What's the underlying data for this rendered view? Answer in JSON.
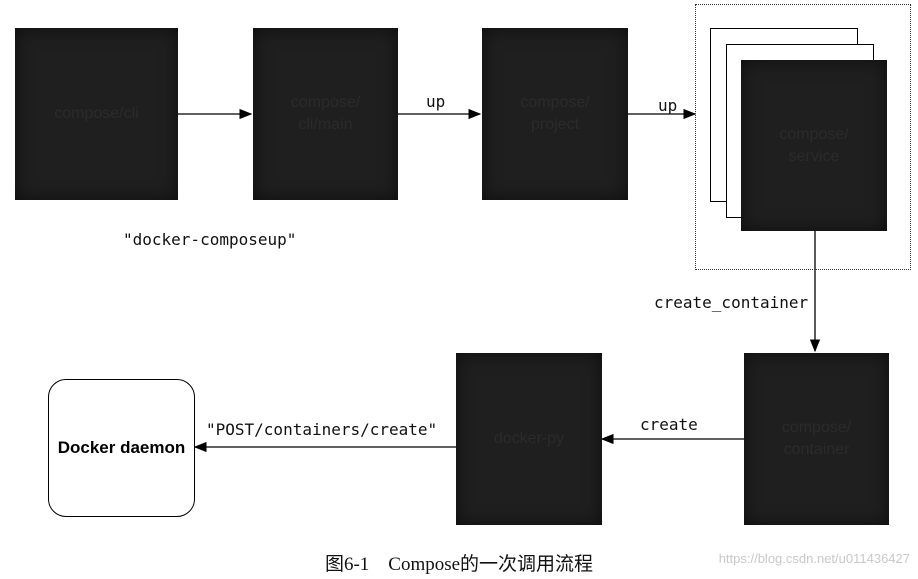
{
  "nodes": {
    "compose_cli": "compose/cli",
    "compose_cli_main": "compose/\ncli/main",
    "compose_project": "compose/\nproject",
    "compose_service": "compose/\nservice",
    "compose_container": "compose/\ncontainer",
    "docker_py": "docker-py",
    "docker_daemon": "Docker daemon"
  },
  "edges": {
    "command_label": "\"docker-composeup\"",
    "up_1": "up",
    "up_2": "up",
    "create_container": "create_container",
    "create": "create",
    "post_create": "\"POST/containers/create\""
  },
  "caption": "图6-1　Compose的一次调用流程",
  "watermark": "https://blog.csdn.net/u011436427"
}
